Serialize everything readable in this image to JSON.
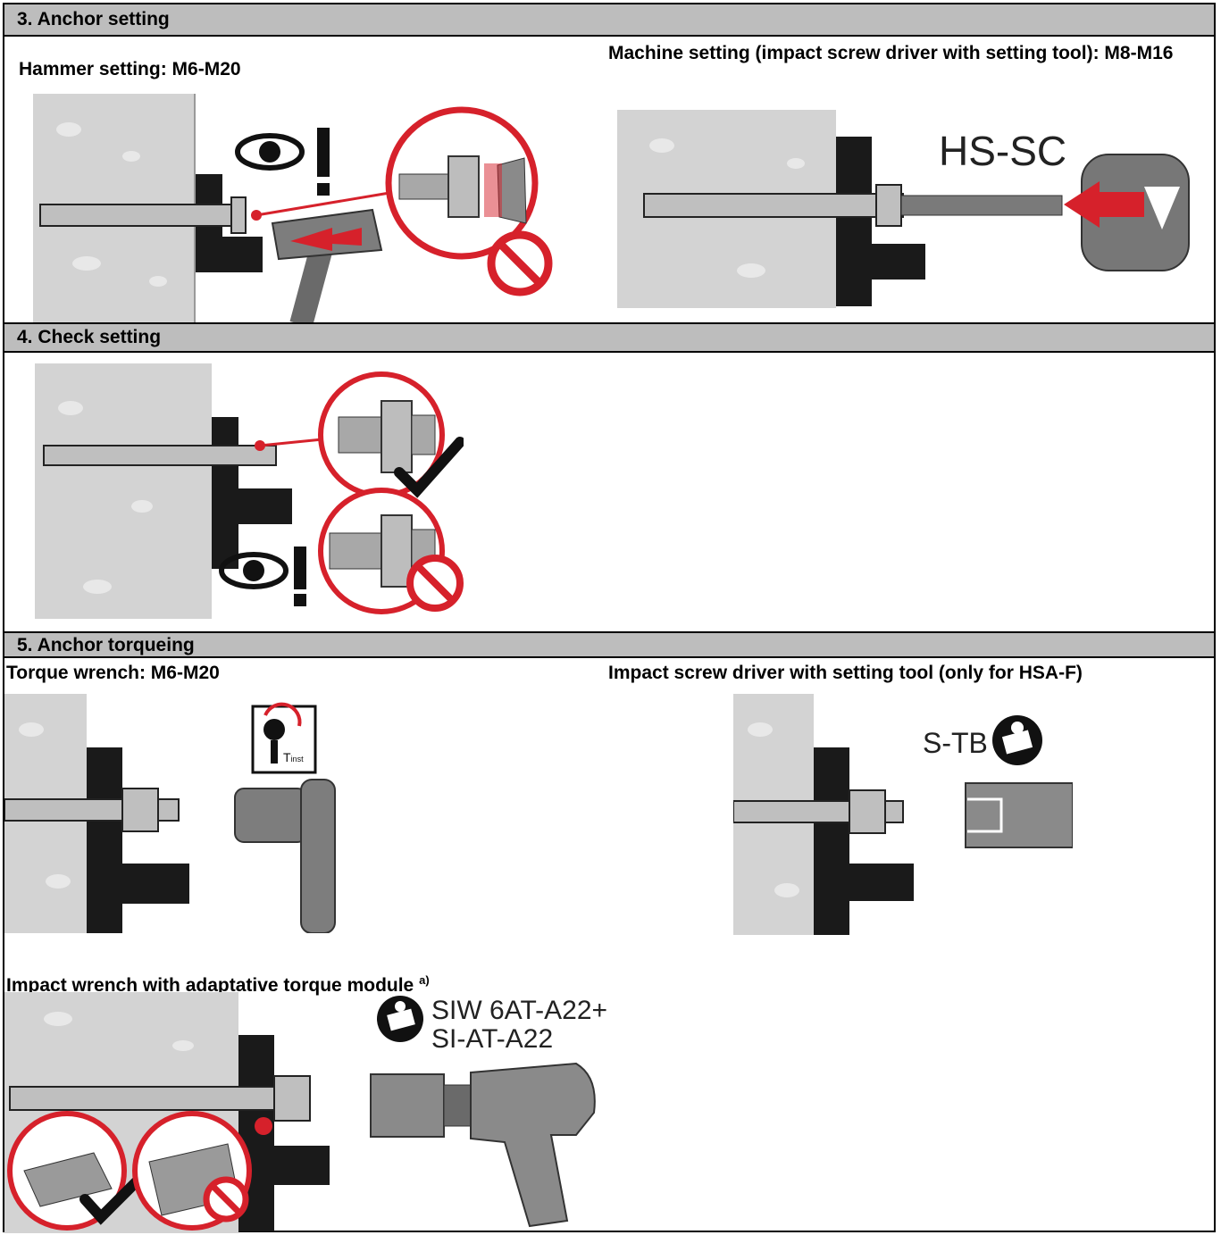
{
  "sections": {
    "s3": {
      "title": "3. Anchor setting",
      "left_label": "Hammer setting: M6-M20",
      "right_label": "Machine setting (impact screw driver with setting tool): M8-M16",
      "tool_name": "HS-SC"
    },
    "s4": {
      "title": "4. Check setting"
    },
    "s5": {
      "title": "5. Anchor torqueing",
      "left_label": "Torque wrench: M6-M20",
      "right_label": "Impact screw driver with setting tool (only for HSA-F)",
      "torque_symbol_text": "T",
      "torque_symbol_sub": "inst",
      "setting_tool_name": "S-TB",
      "bottom_label": "Impact wrench with adaptative torque module",
      "bottom_label_sup": "a)",
      "impact_tool_line1": "SIW 6AT-A22+",
      "impact_tool_line2": "SI-AT-A22"
    }
  },
  "colors": {
    "header_bg": "#bdbdbd",
    "accent_red": "#d6212b",
    "concrete": "#d3d3d3",
    "steel": "#8a8a8a"
  },
  "icons": [
    "eye-warning-icon",
    "prohibited-icon",
    "check-mark-icon",
    "manual-read-icon",
    "torque-rotate-icon"
  ]
}
